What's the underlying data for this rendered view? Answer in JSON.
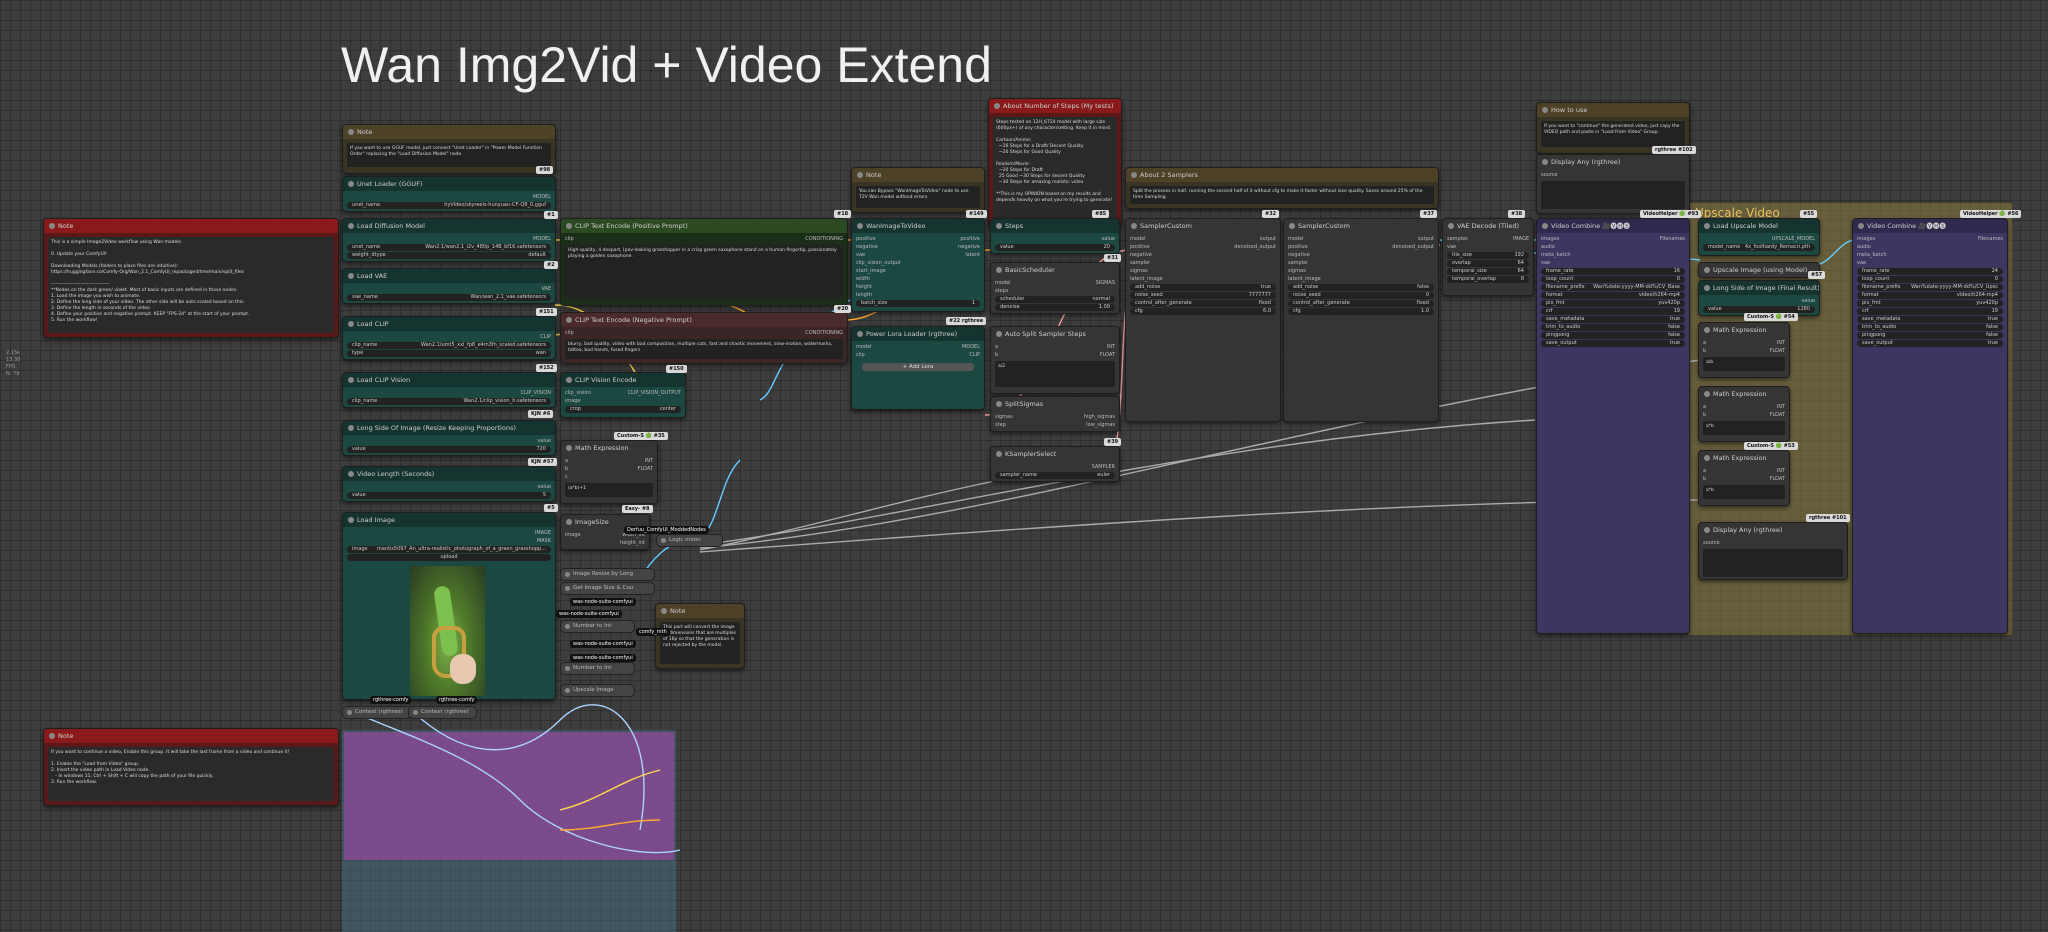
{
  "title": "Wan Img2Vid + Video Extend",
  "left_label": "2.15k\n13.38\nFPS\nN: 79",
  "groups": {
    "upscale": "Upscale Video"
  },
  "notes": {
    "main": {
      "title": "Note",
      "text": "This is a simple Image2Video workflow using Wan models.\n\n0. Update your ComfyUI!\n\nDownloading Models (folders to place files are intuitive):\nhttps://huggingface.co/Comfy-Org/Wan_2.1_ComfyUI_repackaged/tree/main/split_files\n\n------------------------------------\n**Nodes on the dark green/ violet. Most of basic inputs are defined in those nodes.\n1. Load the image you wish to animate.\n2. Define the long side of your video. The other side will be auto scaled based on this.\n3. Define the length in seconds of the video\n4. Define your positive and negative prompt. KEEP \"FPS-24\" at the start of your prompt.\n5. Run the workflow!"
    },
    "continue": {
      "title": "Note",
      "text": "If you want to continue a video, Enable this group. It will take the last frame from a video and continue it!\n\n1. Enable the \"Load from Video\" group.\n2. Insert the video path in Load Video node.\n   - In windows 11, Ctrl + Shift + C will copy the path of your file quickly.\n3. Run the workflow."
    },
    "gguf": {
      "title": "Note",
      "text": "If you want to use GGUF model, just connect \"Unet Loader\" in \"Power Model Function Order\" replacing the \"Load Diffusion Model\" node."
    },
    "bypass": {
      "title": "Note",
      "text": "You can Bypass \"WanImageToVideo\" node to use T2V Wan model without errors."
    },
    "steps": {
      "title": "About Number of Steps (My tests)",
      "text": "Steps tested on 12H_6724 model with large size (600px+) of any character/setting. Keep it in mind.\n\nCartoon/Anime:\n  ~16 Steps for a Draft/ Decent Quality\n  ~20 Steps for Good Quality\n\nRealism/Movie:\n  ~20 Steps for Draft\n  25 Good ~30 Steps for decent Quality\n  ~30 Steps for amazing realistic video\n\n**This is my OPINION based on my results and depends heavily on what you're trying to generate!"
    },
    "samplers": {
      "title": "About 2 Samplers",
      "text": "Split the process in half, running the second half of it without cfg to make it faster without lose quality. Saves around 25% of the time Sampling."
    },
    "howto": {
      "title": "How to use",
      "text": "If you want to \"continue\" the generated video, just copy the VIDEO path and paste in \"Load From Video\" Group."
    },
    "imgsize": {
      "title": "Note",
      "text": "This part will convert the image to dimensions that are multiples of 16p so that the generation is not rejected by the model."
    }
  },
  "nodes": {
    "unet": {
      "title": "Unet Loader (GGUF)",
      "out": "MODEL",
      "w_label": "unet_name",
      "w_value": "hyVideo/skyreels-hunyuan-CF-Q8_0.gguf"
    },
    "diffusion": {
      "title": "Load Diffusion Model",
      "out": "MODEL",
      "w1_label": "unet_name",
      "w1_value": "Wan2.1/wan2.1_i2v_480p_14B_bf16.safetensors",
      "w2_label": "weight_dtype",
      "w2_value": "default"
    },
    "vae": {
      "title": "Load VAE",
      "out": "VAE",
      "w_label": "vae_name",
      "w_value": "Wan/wan_2.1_vae.safetensors"
    },
    "clip": {
      "title": "Load CLIP",
      "out": "CLIP",
      "w1_label": "clip_name",
      "w1_value": "Wan2.1/umt5_xxl_fp8_e4m3fn_scaled.safetensors",
      "w2_label": "type",
      "w2_value": "wan"
    },
    "clipvision": {
      "title": "Load CLIP Vision",
      "out": "CLIP_VISION",
      "w_label": "clip_name",
      "w_value": "Wan2.1/clip_vision_h.safetensors"
    },
    "longside": {
      "title": "Long Side Of Image (Resize Keeping Proportions)",
      "w_label": "value",
      "w_value": "720"
    },
    "length": {
      "title": "Video Length (Seconds)",
      "w_label": "value",
      "w_value": "5"
    },
    "loadimage": {
      "title": "Load Image",
      "out1": "IMAGE",
      "out2": "MASK",
      "w_label": "image",
      "w_value": "mantis5097_An_ultra-realistic_photograph_of_a_green_grasshopp...",
      "upload": "upload"
    },
    "pos": {
      "title": "CLIP Text Encode (Positive Prompt)",
      "in": "clip",
      "out": "CONDITIONING",
      "text": "High-quality, 4 deepart, [pov-looking grasshopper in a crisp green saxophone stand on a human fingertip, passionately playing a golden saxophone."
    },
    "neg": {
      "title": "CLIP Text Encode (Negative Prompt)",
      "in": "clip",
      "out": "CONDITIONING",
      "text": "blurry, bad quality, video with bad composition, multiple cuts, fast and chaotic movement, slow-motion, watermarks, tattoo, bad hands, fused fingers"
    },
    "clipvisionenc": {
      "title": "CLIP Vision Encode",
      "in1": "clip_vision",
      "in2": "image",
      "out": "CLIP_VISION_OUTPUT",
      "w_label": "crop",
      "w_value": "center"
    },
    "mathexpr": {
      "title": "Math Expression",
      "in1": "a",
      "in2": "b",
      "in3": "c",
      "out1": "INT",
      "out2": "FLOAT",
      "text": "(a*b)+1"
    },
    "imagesize": {
      "title": "ImageSize",
      "in": "image",
      "out1": "width_int",
      "out2": "height_int"
    },
    "logic": {
      "title": "Logic moon"
    },
    "wani2v": {
      "title": "WanImageToVideo",
      "ins": [
        "positive",
        "negative",
        "vae",
        "clip_vision_output",
        "start_image",
        "width",
        "height",
        "length"
      ],
      "outs": [
        "positive",
        "negative",
        "latent"
      ],
      "w_label": "batch_size",
      "w_value": "1"
    },
    "powerlora": {
      "title": "Power Lora Loader (rgthree)",
      "in1": "model",
      "in2": "clip",
      "out1": "MODEL",
      "out2": "CLIP",
      "btn": "+ Add Lora"
    },
    "steps": {
      "title": "Steps",
      "out": "value",
      "w_label": "value",
      "w_value": "20"
    },
    "basicsched": {
      "title": "BasicScheduler",
      "in1": "model",
      "in2": "steps",
      "out": "SIGMAS",
      "w1_label": "scheduler",
      "w1_value": "normal",
      "w2_label": "denoise",
      "w2_value": "1.00"
    },
    "autosplit": {
      "title": "Auto Split Sampler Steps",
      "in1": "a",
      "in2": "b",
      "out1": "INT",
      "out2": "FLOAT",
      "text": "a/2"
    },
    "splitsigmas": {
      "title": "SplitSigmas",
      "in1": "sigmas",
      "in2": "step",
      "out1": "high_sigmas",
      "out2": "low_sigmas"
    },
    "ksel": {
      "title": "KSamplerSelect",
      "out": "SAMPLER",
      "w_label": "sampler_name",
      "w_value": "euler"
    },
    "sc1": {
      "title": "SamplerCustom",
      "ins": [
        "model",
        "positive",
        "negative",
        "sampler",
        "sigmas",
        "latent_image"
      ],
      "outs": [
        "output",
        "denoised_output"
      ],
      "w": [
        [
          "add_noise",
          "true"
        ],
        [
          "noise_seed",
          "7777777"
        ],
        [
          "control_after_generate",
          "fixed"
        ],
        [
          "cfg",
          "6.0"
        ]
      ]
    },
    "sc2": {
      "title": "SamplerCustom",
      "ins": [
        "model",
        "positive",
        "negative",
        "sampler",
        "sigmas",
        "latent_image"
      ],
      "outs": [
        "output",
        "denoised_output"
      ],
      "w": [
        [
          "add_noise",
          "false"
        ],
        [
          "noise_seed",
          "0"
        ],
        [
          "control_after_generate",
          "fixed"
        ],
        [
          "cfg",
          "1.0"
        ]
      ]
    },
    "vaedec": {
      "title": "VAE Decode (Tiled)",
      "ins": [
        "samples",
        "vae"
      ],
      "out": "IMAGE",
      "w": [
        [
          "tile_size",
          "192"
        ],
        [
          "overlap",
          "64"
        ],
        [
          "temporal_size",
          "64"
        ],
        [
          "temporal_overlap",
          "8"
        ]
      ]
    },
    "displayany1": {
      "title": "Display Any (rgthree)",
      "in": "source"
    },
    "vc1": {
      "title": "Video Combine 🎥🅥🅗🅢",
      "ins": [
        "images",
        "audio",
        "meta_batch",
        "vae"
      ],
      "out": "Filenames",
      "w": [
        [
          "frame_rate",
          "16"
        ],
        [
          "loop_count",
          "0"
        ],
        [
          "filename_prefix",
          "Wan%date:yyyy-MM-dd%/CV_Base"
        ],
        [
          "format",
          "video/h264-mp4"
        ],
        [
          "pix_fmt",
          "yuv420p"
        ],
        [
          "crf",
          "19"
        ],
        [
          "save_metadata",
          "true"
        ],
        [
          "trim_to_audio",
          "false"
        ],
        [
          "pingpong",
          "false"
        ],
        [
          "save_output",
          "true"
        ]
      ]
    },
    "upmodel": {
      "title": "Load Upscale Model",
      "out": "UPSCALE_MODEL",
      "w_label": "model_name",
      "w_value": "4x_foolhardy_Remacri.pth"
    },
    "upimg": {
      "title": "Upscale Image (using Model)"
    },
    "upside": {
      "title": "Long Side of Image (Final Result)",
      "out": "value",
      "w_label": "value",
      "w_value": "1280"
    },
    "m1": {
      "title": "Math Expression",
      "text": "a/b"
    },
    "m2": {
      "title": "Math Expression",
      "text": "a*b"
    },
    "m3": {
      "title": "Math Expression",
      "text": "a*b"
    },
    "displayany2": {
      "title": "Display Any (rgthree)",
      "in": "source"
    },
    "vc2": {
      "title": "Video Combine 🎥🅥🅗🅢",
      "ins": [
        "images",
        "audio",
        "meta_batch",
        "vae"
      ],
      "out": "Filenames",
      "w": [
        [
          "frame_rate",
          "24"
        ],
        [
          "loop_count",
          "0"
        ],
        [
          "filename_prefix",
          "Wan%date:yyyy-MM-dd%/CV_Upsc"
        ],
        [
          "format",
          "video/h264-mp4"
        ],
        [
          "pix_fmt",
          "yuv420p"
        ],
        [
          "crf",
          "19"
        ],
        [
          "save_metadata",
          "true"
        ],
        [
          "trim_to_audio",
          "false"
        ],
        [
          "pingpong",
          "false"
        ],
        [
          "save_output",
          "true"
        ]
      ]
    },
    "context1": {
      "title": "Context (rgthree)"
    },
    "context2": {
      "title": "Context (rgthree)"
    }
  },
  "minis": {
    "resize": "Image Resize by Long",
    "getsize": "Get Image Size & Cou",
    "num1": "Number to Int",
    "num2": "Number to Int",
    "upscale": "Upscale Image"
  },
  "tags": {
    "n98": "#98",
    "n1": "#1",
    "n2": "#2",
    "n151": "#151",
    "n152": "#152",
    "n4": "#4",
    "n17": "#17",
    "n5": "#5",
    "n18": "#18",
    "n149": "#149",
    "n20": "#20",
    "n150": "#150",
    "n22": "#22 rgthree",
    "n85": "#85",
    "n31": "#31",
    "n39": "#39",
    "n32": "#32",
    "n37": "#37",
    "n38": "#38",
    "n102": "rgthree #102",
    "n93": "#93",
    "n55": "#55",
    "n56": "#56",
    "n57": "#57",
    "n101": "rgthree #101",
    "n53": "#53",
    "n36": "#36",
    "custom1": "Custom-S 🟢 #35",
    "custom2": "Custom-S 🟢 #54",
    "custom3": "Custom-S 🟢 #53",
    "easy": "Easy- #8",
    "derfuu": "Derfuu_ComfyUI_ModdedNodes",
    "was1": "was-node-suite-comfyui",
    "was2": "was-node-suite-comfyui",
    "was3": "was-node-suite-comfyui",
    "was4": "was-node-suite-comfyui",
    "comfymth": "comfy_mth",
    "rg1": "rgthree-comfy",
    "rg2": "rgthree-comfy",
    "vh1": "VideoHelper 🟢 #93",
    "vh2": "VideoHelper 🟢 #56",
    "kjn1": "KJN #6",
    "kjn2": "KJN #57"
  },
  "colors": {
    "bg": "#3d3d3d",
    "teal": "#1c4842",
    "red": "#8a1a1a",
    "olive": "#3a3424",
    "purple": "#3c3661",
    "upscale_group": "#8a7a3c",
    "continue_group": "#7a3c7a"
  }
}
